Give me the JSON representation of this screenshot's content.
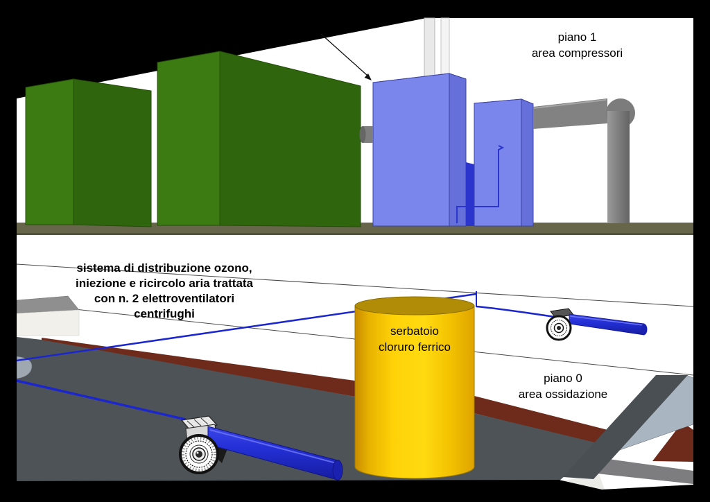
{
  "labels": {
    "floor1": {
      "line1": "piano 1",
      "line2": "area compressori"
    },
    "floor0": {
      "line1": "piano 0",
      "line2": "area ossidazione"
    },
    "tank": {
      "line1": "serbatoio",
      "line2": "cloruro ferrico"
    },
    "system_note": {
      "line1": "sistema di distribuzione ozono,",
      "line2": "iniezione e ricircolo aria trattata",
      "line3": "con n. 2 elettroventilatori",
      "line4": "centrifughi"
    }
  },
  "colors": {
    "background_black": "#000000",
    "wall_white": "#FFFFFF",
    "floor_gray": "#4E5357",
    "baseboard_brown": "#6E2A1B",
    "shelf_olive": "#67664A",
    "green_light": "#3C7B12",
    "green_dark": "#2F650C",
    "compressor_front": "#7B86EC",
    "compressor_side": "#6670DA",
    "compressor_top": "#8B94F1",
    "compressor_dark": "#2B35CE",
    "pipe_gray": "#828282",
    "tank_yellow": "#FFD208",
    "tank_top": "#B18C06",
    "ozone_blue": "#1B26CC",
    "pipe_blue": "#2430D6",
    "ramp_light": "#A9B6C2",
    "ramp_dark": "#4A4F54"
  }
}
